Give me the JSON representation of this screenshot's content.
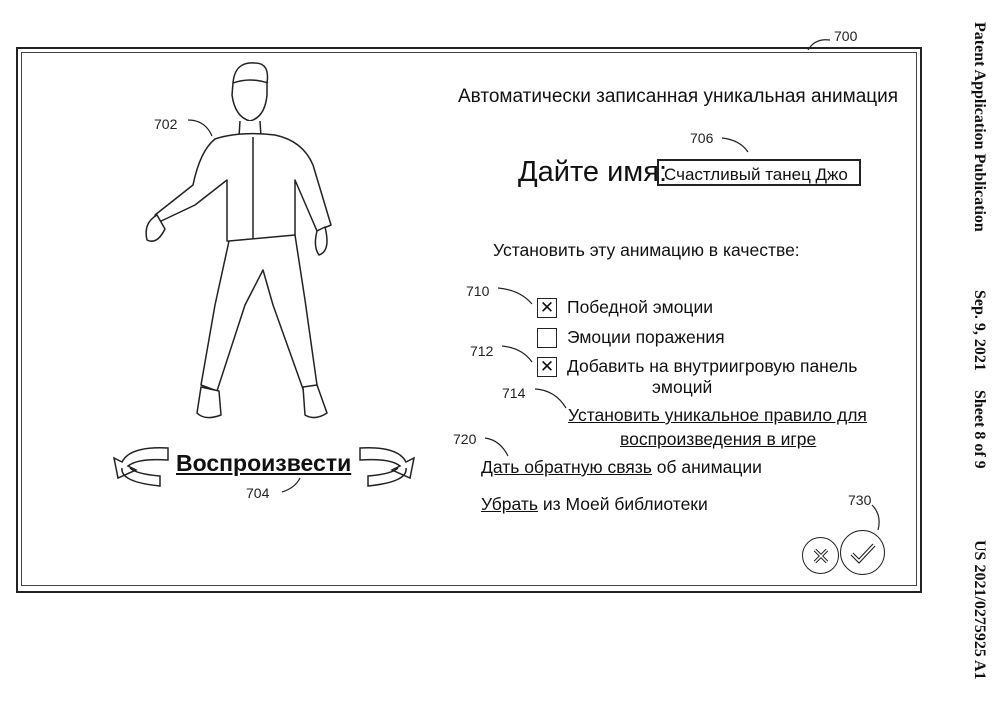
{
  "header": {
    "publication": "Patent Application Publication",
    "date": "Sep. 9, 2021",
    "sheet": "Sheet 8 of 9",
    "number": "US 2021/0275925 A1"
  },
  "refs": {
    "screen": "700",
    "avatar": "702",
    "play": "704",
    "name": "706",
    "victory": "710",
    "panel": "712",
    "rule": "714",
    "feedback": "720",
    "confirm": "730"
  },
  "dialog": {
    "title": "Автоматически записанная уникальная анимация",
    "name_label": "Дайте имя:",
    "name_value": "Счастливый танец Джо",
    "set_as_label": "Установить эту анимацию в качестве:",
    "options": [
      {
        "label": "Победной эмоции",
        "checked": true
      },
      {
        "label": "Эмоции поражения",
        "checked": false
      },
      {
        "label": "Добавить на внутриигровую панель",
        "label2": "эмоций",
        "checked": true
      }
    ],
    "rule_link_line1": "Установить уникальное правило для",
    "rule_link_line2": "воспроизведения в игре",
    "feedback_link": "Дать обратную связь",
    "feedback_rest": " об анимации",
    "remove_link": "Убрать",
    "remove_rest": " из Моей библиотеки",
    "play_label": "Воспроизвести",
    "check_mark": "✕"
  }
}
